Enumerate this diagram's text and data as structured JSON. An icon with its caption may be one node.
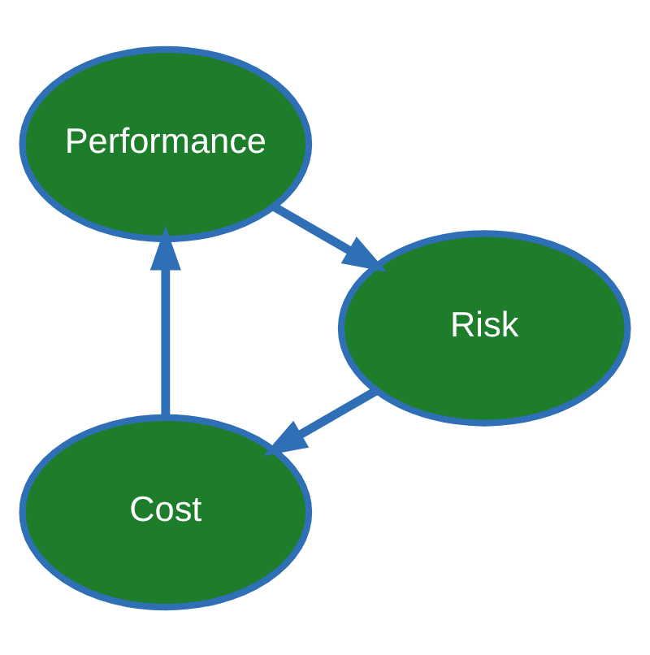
{
  "diagram": {
    "nodes": [
      {
        "text": [
          "Cost"
        ]
      },
      {
        "text": [
          "Performance"
        ]
      },
      {
        "text": [
          "Risk"
        ]
      }
    ],
    "edges": [
      {
        "from": 0,
        "to": 1,
        "arrow": "to"
      },
      {
        "from": 1,
        "to": 2,
        "arrow": "to"
      },
      {
        "from": 2,
        "to": 0,
        "arrow": "to"
      }
    ]
  }
}
